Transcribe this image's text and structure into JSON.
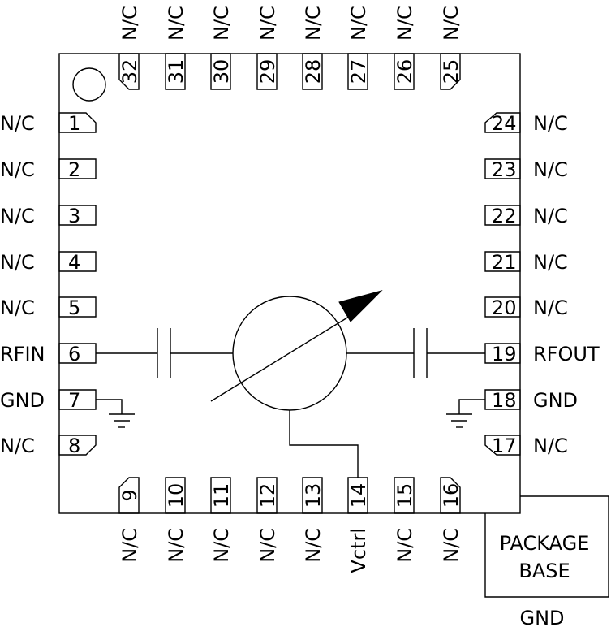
{
  "left_pins": [
    {
      "num": "1",
      "label": "N/C"
    },
    {
      "num": "2",
      "label": "N/C"
    },
    {
      "num": "3",
      "label": "N/C"
    },
    {
      "num": "4",
      "label": "N/C"
    },
    {
      "num": "5",
      "label": "N/C"
    },
    {
      "num": "6",
      "label": "RFIN"
    },
    {
      "num": "7",
      "label": "GND"
    },
    {
      "num": "8",
      "label": "N/C"
    }
  ],
  "bottom_pins": [
    {
      "num": "9",
      "label": "N/C"
    },
    {
      "num": "10",
      "label": "N/C"
    },
    {
      "num": "11",
      "label": "N/C"
    },
    {
      "num": "12",
      "label": "N/C"
    },
    {
      "num": "13",
      "label": "N/C"
    },
    {
      "num": "14",
      "label": "Vctrl"
    },
    {
      "num": "15",
      "label": "N/C"
    },
    {
      "num": "16",
      "label": "N/C"
    }
  ],
  "right_pins": [
    {
      "num": "17",
      "label": "N/C"
    },
    {
      "num": "18",
      "label": "GND"
    },
    {
      "num": "19",
      "label": "RFOUT"
    },
    {
      "num": "20",
      "label": "N/C"
    },
    {
      "num": "21",
      "label": "N/C"
    },
    {
      "num": "22",
      "label": "N/C"
    },
    {
      "num": "23",
      "label": "N/C"
    },
    {
      "num": "24",
      "label": "N/C"
    }
  ],
  "top_pins": [
    {
      "num": "25",
      "label": "N/C"
    },
    {
      "num": "26",
      "label": "N/C"
    },
    {
      "num": "27",
      "label": "N/C"
    },
    {
      "num": "28",
      "label": "N/C"
    },
    {
      "num": "29",
      "label": "N/C"
    },
    {
      "num": "30",
      "label": "N/C"
    },
    {
      "num": "31",
      "label": "N/C"
    },
    {
      "num": "32",
      "label": "N/C"
    }
  ],
  "package_base": {
    "line1": "PACKAGE",
    "line2": "BASE",
    "pin_label": "GND"
  }
}
